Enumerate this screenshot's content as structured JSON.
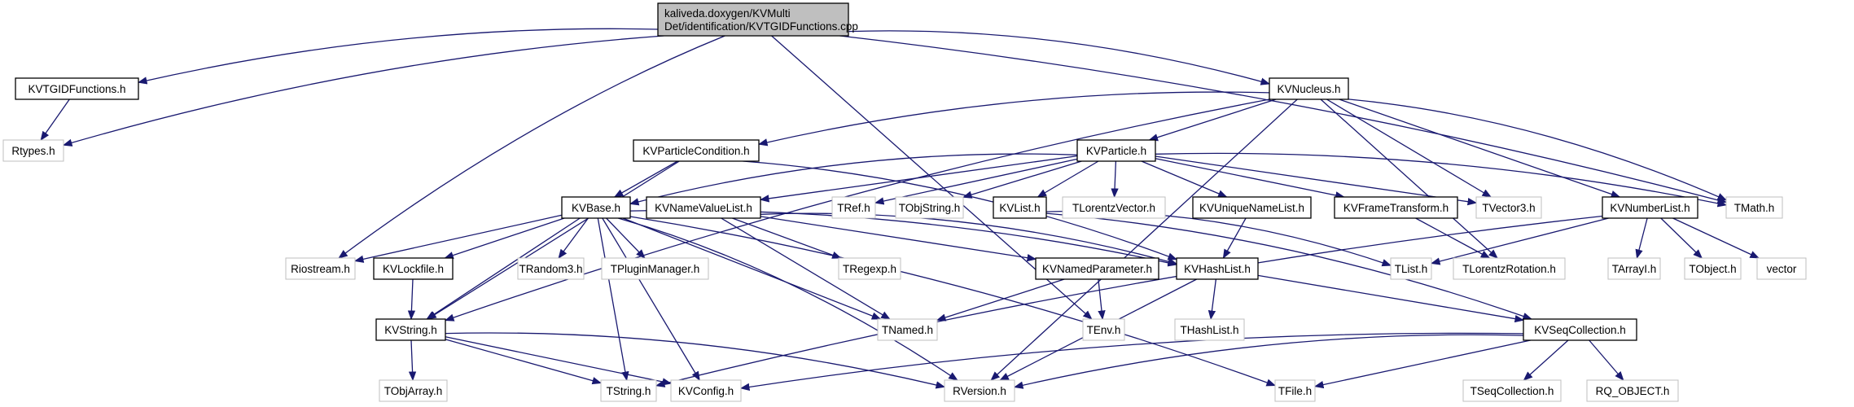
{
  "diagram": {
    "edge_color": "#191970",
    "root_fill": "#bfbfbf",
    "external_border": "#bfbfbf",
    "nodes": [
      {
        "id": "root",
        "lines": [
          "kaliveda.doxygen/KVMulti",
          "Det/identification/KVTGIDFunctions.cpp"
        ],
        "kind": "root"
      },
      {
        "id": "KVTGIDFunctions",
        "lines": [
          "KVTGIDFunctions.h"
        ],
        "kind": "documented"
      },
      {
        "id": "Rtypes",
        "lines": [
          "Rtypes.h"
        ],
        "kind": "external"
      },
      {
        "id": "KVNucleus",
        "lines": [
          "KVNucleus.h"
        ],
        "kind": "documented"
      },
      {
        "id": "KVParticleCondition",
        "lines": [
          "KVParticleCondition.h"
        ],
        "kind": "documented"
      },
      {
        "id": "KVParticle",
        "lines": [
          "KVParticle.h"
        ],
        "kind": "documented"
      },
      {
        "id": "KVBase",
        "lines": [
          "KVBase.h"
        ],
        "kind": "documented"
      },
      {
        "id": "KVNameValueList",
        "lines": [
          "KVNameValueList.h"
        ],
        "kind": "documented"
      },
      {
        "id": "TRef",
        "lines": [
          "TRef.h"
        ],
        "kind": "external"
      },
      {
        "id": "TObjString",
        "lines": [
          "TObjString.h"
        ],
        "kind": "external"
      },
      {
        "id": "KVList",
        "lines": [
          "KVList.h"
        ],
        "kind": "documented"
      },
      {
        "id": "TLorentzVector",
        "lines": [
          "TLorentzVector.h"
        ],
        "kind": "external"
      },
      {
        "id": "KVUniqueNameList",
        "lines": [
          "KVUniqueNameList.h"
        ],
        "kind": "documented"
      },
      {
        "id": "KVFrameTransform",
        "lines": [
          "KVFrameTransform.h"
        ],
        "kind": "documented"
      },
      {
        "id": "TVector3",
        "lines": [
          "TVector3.h"
        ],
        "kind": "external"
      },
      {
        "id": "KVNumberList",
        "lines": [
          "KVNumberList.h"
        ],
        "kind": "documented"
      },
      {
        "id": "TMath",
        "lines": [
          "TMath.h"
        ],
        "kind": "external"
      },
      {
        "id": "Riostream",
        "lines": [
          "Riostream.h"
        ],
        "kind": "external"
      },
      {
        "id": "KVLockfile",
        "lines": [
          "KVLockfile.h"
        ],
        "kind": "documented"
      },
      {
        "id": "TRandom3",
        "lines": [
          "TRandom3.h"
        ],
        "kind": "external"
      },
      {
        "id": "TPluginManager",
        "lines": [
          "TPluginManager.h"
        ],
        "kind": "external"
      },
      {
        "id": "TRegexp",
        "lines": [
          "TRegexp.h"
        ],
        "kind": "external"
      },
      {
        "id": "KVNamedParameter",
        "lines": [
          "KVNamedParameter.h"
        ],
        "kind": "documented"
      },
      {
        "id": "KVHashList",
        "lines": [
          "KVHashList.h"
        ],
        "kind": "documented"
      },
      {
        "id": "TList",
        "lines": [
          "TList.h"
        ],
        "kind": "external"
      },
      {
        "id": "TLorentzRotation",
        "lines": [
          "TLorentzRotation.h"
        ],
        "kind": "external"
      },
      {
        "id": "TArrayI",
        "lines": [
          "TArrayI.h"
        ],
        "kind": "external"
      },
      {
        "id": "TObject",
        "lines": [
          "TObject.h"
        ],
        "kind": "external"
      },
      {
        "id": "vector",
        "lines": [
          "vector"
        ],
        "kind": "external"
      },
      {
        "id": "KVString",
        "lines": [
          "KVString.h"
        ],
        "kind": "documented"
      },
      {
        "id": "TNamed",
        "lines": [
          "TNamed.h"
        ],
        "kind": "external"
      },
      {
        "id": "TEnv",
        "lines": [
          "TEnv.h"
        ],
        "kind": "external"
      },
      {
        "id": "THashList",
        "lines": [
          "THashList.h"
        ],
        "kind": "external"
      },
      {
        "id": "KVSeqCollection",
        "lines": [
          "KVSeqCollection.h"
        ],
        "kind": "documented"
      },
      {
        "id": "TObjArray",
        "lines": [
          "TObjArray.h"
        ],
        "kind": "external"
      },
      {
        "id": "TString",
        "lines": [
          "TString.h"
        ],
        "kind": "external"
      },
      {
        "id": "KVConfig",
        "lines": [
          "KVConfig.h"
        ],
        "kind": "external"
      },
      {
        "id": "RVersion",
        "lines": [
          "RVersion.h"
        ],
        "kind": "external"
      },
      {
        "id": "TFile",
        "lines": [
          "TFile.h"
        ],
        "kind": "external"
      },
      {
        "id": "TSeqCollection",
        "lines": [
          "TSeqCollection.h"
        ],
        "kind": "external"
      },
      {
        "id": "RQ_OBJECT",
        "lines": [
          "RQ_OBJECT.h"
        ],
        "kind": "external"
      }
    ],
    "edges": [
      [
        "root",
        "Rtypes"
      ],
      [
        "root",
        "KVTGIDFunctions"
      ],
      [
        "root",
        "KVNucleus"
      ],
      [
        "root",
        "Riostream"
      ],
      [
        "root",
        "TMath"
      ],
      [
        "root",
        "TEnv"
      ],
      [
        "KVTGIDFunctions",
        "Rtypes"
      ],
      [
        "KVNucleus",
        "KVParticleCondition"
      ],
      [
        "KVNucleus",
        "KVParticle"
      ],
      [
        "KVNucleus",
        "KVString"
      ],
      [
        "KVNucleus",
        "TVector3"
      ],
      [
        "KVNucleus",
        "TLorentzRotation"
      ],
      [
        "KVNucleus",
        "KVNumberList"
      ],
      [
        "KVNucleus",
        "TMath"
      ],
      [
        "KVNucleus",
        "RVersion"
      ],
      [
        "KVParticleCondition",
        "KVBase"
      ],
      [
        "KVParticleCondition",
        "KVString"
      ],
      [
        "KVParticleCondition",
        "KVHashList"
      ],
      [
        "KVParticle",
        "KVBase"
      ],
      [
        "KVParticle",
        "KVNameValueList"
      ],
      [
        "KVParticle",
        "TRef"
      ],
      [
        "KVParticle",
        "TObjString"
      ],
      [
        "KVParticle",
        "KVList"
      ],
      [
        "KVParticle",
        "TLorentzVector"
      ],
      [
        "KVParticle",
        "KVUniqueNameList"
      ],
      [
        "KVParticle",
        "KVFrameTransform"
      ],
      [
        "KVParticle",
        "TVector3"
      ],
      [
        "KVParticle",
        "TMath"
      ],
      [
        "KVBase",
        "Riostream"
      ],
      [
        "KVBase",
        "KVLockfile"
      ],
      [
        "KVBase",
        "TRandom3"
      ],
      [
        "KVBase",
        "TPluginManager"
      ],
      [
        "KVBase",
        "TNamed"
      ],
      [
        "KVBase",
        "KVString"
      ],
      [
        "KVBase",
        "TString"
      ],
      [
        "KVBase",
        "KVConfig"
      ],
      [
        "KVBase",
        "RVersion"
      ],
      [
        "KVBase",
        "TFile"
      ],
      [
        "KVBase",
        "KVHashList"
      ],
      [
        "KVNameValueList",
        "KVNamedParameter"
      ],
      [
        "KVNameValueList",
        "KVHashList"
      ],
      [
        "KVNameValueList",
        "TRegexp"
      ],
      [
        "KVNameValueList",
        "TNamed"
      ],
      [
        "KVList",
        "TList"
      ],
      [
        "KVList",
        "KVSeqCollection"
      ],
      [
        "KVUniqueNameList",
        "KVHashList"
      ],
      [
        "KVFrameTransform",
        "TLorentzRotation"
      ],
      [
        "KVNumberList",
        "TList"
      ],
      [
        "KVNumberList",
        "TArrayI"
      ],
      [
        "KVNumberList",
        "TObject"
      ],
      [
        "KVNumberList",
        "vector"
      ],
      [
        "KVNumberList",
        "TString"
      ],
      [
        "KVLockfile",
        "KVString"
      ],
      [
        "KVNamedParameter",
        "TNamed"
      ],
      [
        "KVNamedParameter",
        "TEnv"
      ],
      [
        "KVHashList",
        "THashList"
      ],
      [
        "KVHashList",
        "KVSeqCollection"
      ],
      [
        "KVHashList",
        "RVersion"
      ],
      [
        "KVString",
        "TObjArray"
      ],
      [
        "KVString",
        "TString"
      ],
      [
        "KVString",
        "KVConfig"
      ],
      [
        "KVString",
        "RVersion"
      ],
      [
        "KVSeqCollection",
        "TSeqCollection"
      ],
      [
        "KVSeqCollection",
        "RQ_OBJECT"
      ],
      [
        "KVSeqCollection",
        "TFile"
      ],
      [
        "KVSeqCollection",
        "KVConfig"
      ],
      [
        "KVSeqCollection",
        "RVersion"
      ]
    ]
  }
}
